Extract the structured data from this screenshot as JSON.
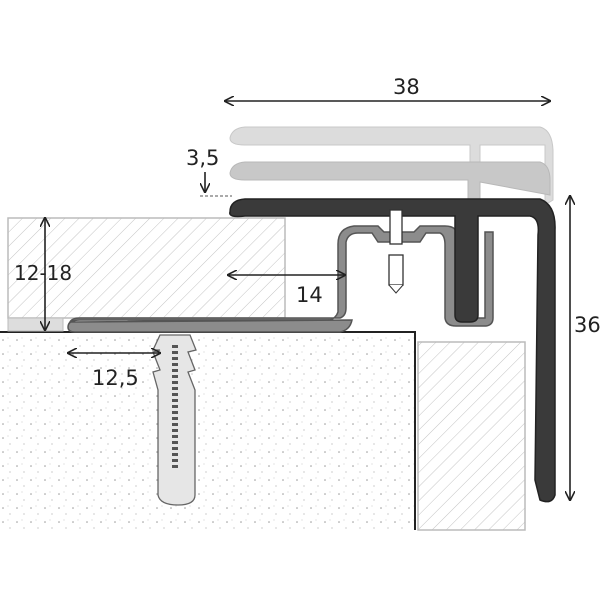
{
  "dimensions": {
    "width_total": "38",
    "profile_gap": "3,5",
    "floor_thickness": "12-18",
    "channel_offset": "14",
    "dowel_offset": "12,5",
    "height_total": "36"
  },
  "colors": {
    "dark_profile": "#3a3a3a",
    "base_profile": "#8c8c8c",
    "ghost_profile": "#d6d6d6",
    "hatch": "#bbbbbb",
    "line": "#222222"
  }
}
